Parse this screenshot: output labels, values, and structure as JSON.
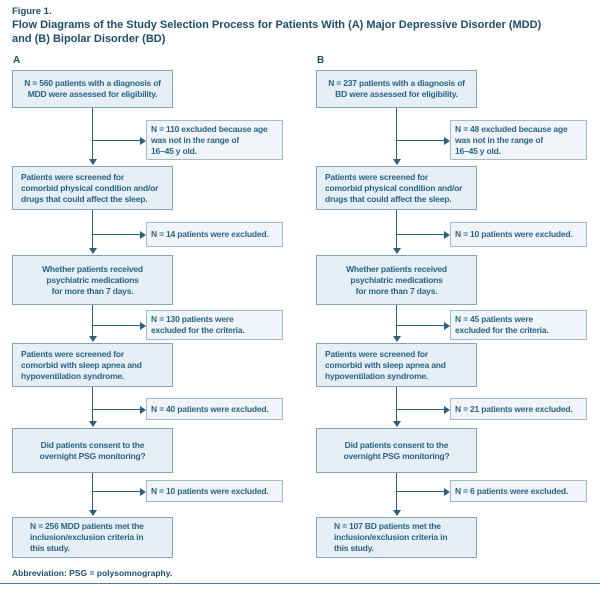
{
  "figure": {
    "label": "Figure 1.",
    "title": "Flow Diagrams of the Study Selection Process for Patients With (A) Major Depressive Disorder (MDD)\nand (B) Bipolar Disorder (BD)",
    "footnote": "Abbreviation: PSG = polysomnography."
  },
  "colors": {
    "heading": "#1e4e6d",
    "box_fill": "#e6eff6",
    "box_border": "#84a6bc",
    "exclusion_fill": "#f1f5f9",
    "exclusion_border": "#a3bac9",
    "line": "#2f5d7c",
    "text": "#2a6586",
    "rule": "#4a7ba3"
  },
  "diagram_a": {
    "label": "A",
    "boxes": [
      "N = 560 patients with a diagnosis of\nMDD were assessed for eligibility.",
      "Patients were screened for\ncomorbid physical condition and/or\ndrugs that could affect the sleep.",
      "Whether patients received\npsychiatric medications\nfor more than 7 days.",
      "Patients were screened for\ncomorbid with sleep apnea and\nhypoventilation syndrome.",
      "Did patients consent to the\novernight PSG monitoring?",
      "N = 256 MDD patients met the\ninclusion/exclusion criteria in\nthis study."
    ],
    "exclusions": [
      "N = 110 excluded because age\nwas not in the range of\n16–45 y old.",
      "N = 14 patients were excluded.",
      "N = 130 patients were\nexcluded for the criteria.",
      "N = 40 patients were excluded.",
      "N = 10 patients were excluded."
    ]
  },
  "diagram_b": {
    "label": "B",
    "boxes": [
      "N = 237 patients with a diagnosis of\nBD were assessed for eligibility.",
      "Patients were screened for\ncomorbid physical condition and/or\ndrugs that could affect the sleep.",
      "Whether patients received\npsychiatric medications\nfor more than 7 days.",
      "Patients were screened for\ncomorbid with sleep apnea and\nhypoventilation syndrome.",
      "Did patients consent to the\novernight PSG monitoring?",
      "N = 107 BD patients met the\ninclusion/exclusion criteria in\nthis study."
    ],
    "exclusions": [
      "N = 48 excluded because age\nwas not in the range of\n16–45 y old.",
      "N = 10 patients were excluded.",
      "N = 45 patients were\nexcluded for the criteria.",
      "N = 21 patients were excluded.",
      "N = 6 patients were excluded."
    ]
  }
}
